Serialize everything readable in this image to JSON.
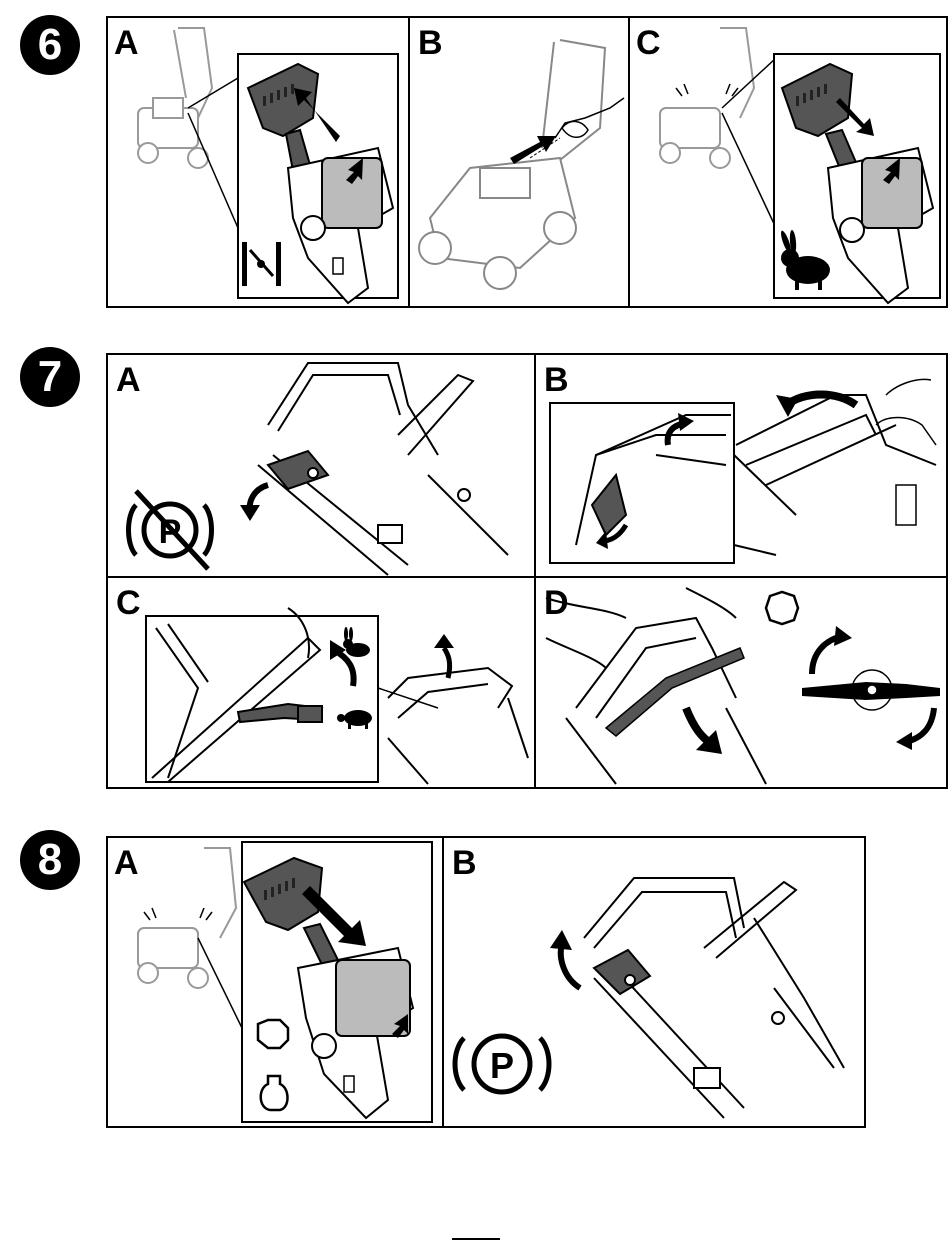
{
  "steps": [
    {
      "number": "6",
      "panels": [
        "A",
        "B",
        "C"
      ]
    },
    {
      "number": "7",
      "panels": [
        "A",
        "B",
        "C",
        "D"
      ]
    },
    {
      "number": "8",
      "panels": [
        "A",
        "B"
      ]
    }
  ],
  "symbols": {
    "park": "P"
  },
  "icons": {
    "choke": "choke-icon",
    "fast": "rabbit-icon",
    "slow": "turtle-icon",
    "stop": "stop-octagon-icon",
    "park_off": "park-prohibited-icon",
    "park_on": "park-icon",
    "blade": "blade-rotation-icon",
    "ignition": "keyhole-icon"
  }
}
